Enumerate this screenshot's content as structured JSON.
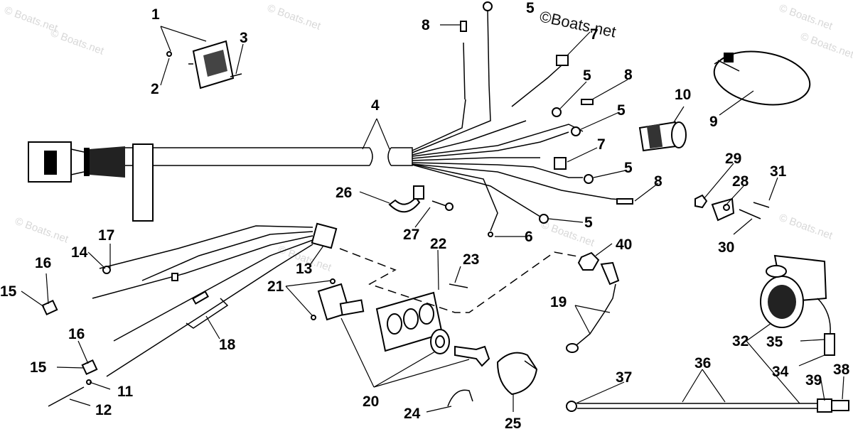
{
  "watermark": {
    "main_text": "©Boats.net",
    "repeat_text": "© Boats.net"
  },
  "diagram": {
    "callouts": [
      "1",
      "2",
      "3",
      "4",
      "5",
      "5",
      "5",
      "5",
      "5",
      "6",
      "7",
      "7",
      "8",
      "8",
      "8",
      "9",
      "10",
      "11",
      "12",
      "13",
      "14",
      "15",
      "15",
      "16",
      "16",
      "17",
      "18",
      "19",
      "20",
      "21",
      "22",
      "23",
      "24",
      "25",
      "26",
      "27",
      "28",
      "29",
      "30",
      "31",
      "32",
      "34",
      "35",
      "36",
      "37",
      "38",
      "39",
      "40"
    ]
  }
}
